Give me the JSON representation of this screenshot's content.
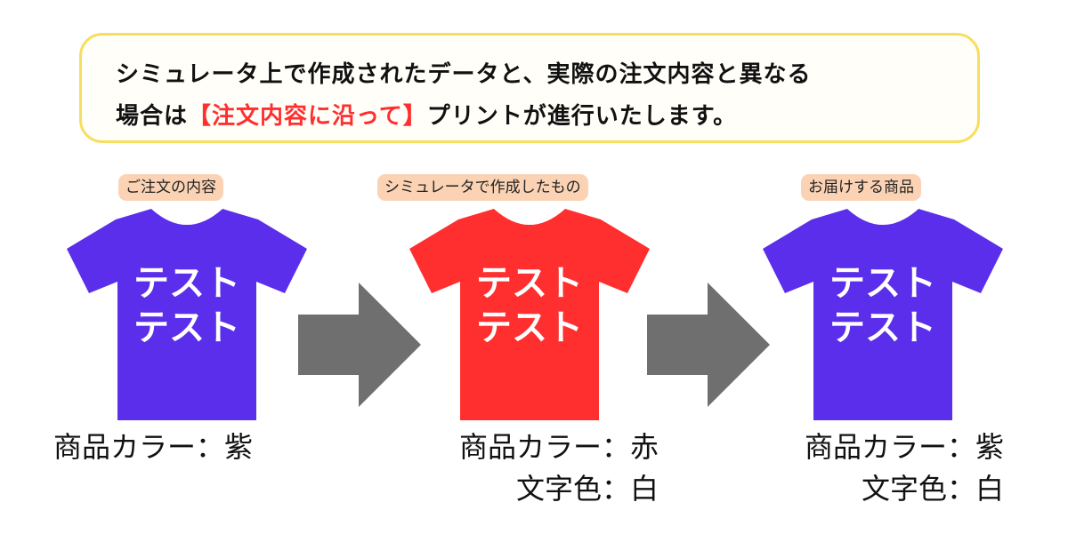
{
  "notice": {
    "line1": "シミュレータ上で作成されたデータと、実際の注文内容と異なる",
    "line2_before": "場合は",
    "line2_highlight": "【注文内容に沿って】",
    "line2_after": "プリントが進行いたします。"
  },
  "panels": [
    {
      "badge": "ご注文の内容",
      "shirt_color": "#5b2eeb",
      "shirt_text_line1": "テスト",
      "shirt_text_line2": "テスト",
      "caption_line1": "商品カラー：紫",
      "caption_line2": ""
    },
    {
      "badge": "シミュレータで作成したもの",
      "shirt_color": "#ff2f2f",
      "shirt_text_line1": "テスト",
      "shirt_text_line2": "テスト",
      "caption_line1": "商品カラー：赤",
      "caption_line2": "文字色：白"
    },
    {
      "badge": "お届けする商品",
      "shirt_color": "#5b2eeb",
      "shirt_text_line1": "テスト",
      "shirt_text_line2": "テスト",
      "caption_line1": "商品カラー：紫",
      "caption_line2": "文字色：白"
    }
  ],
  "colors": {
    "notice_border": "#f8de5e",
    "highlight": "#ff2f2f",
    "badge_bg": "#fbd3b4",
    "arrow": "#6f6f6f"
  },
  "icons": {
    "arrow": "right-arrow-icon",
    "shirt": "tshirt-icon"
  }
}
